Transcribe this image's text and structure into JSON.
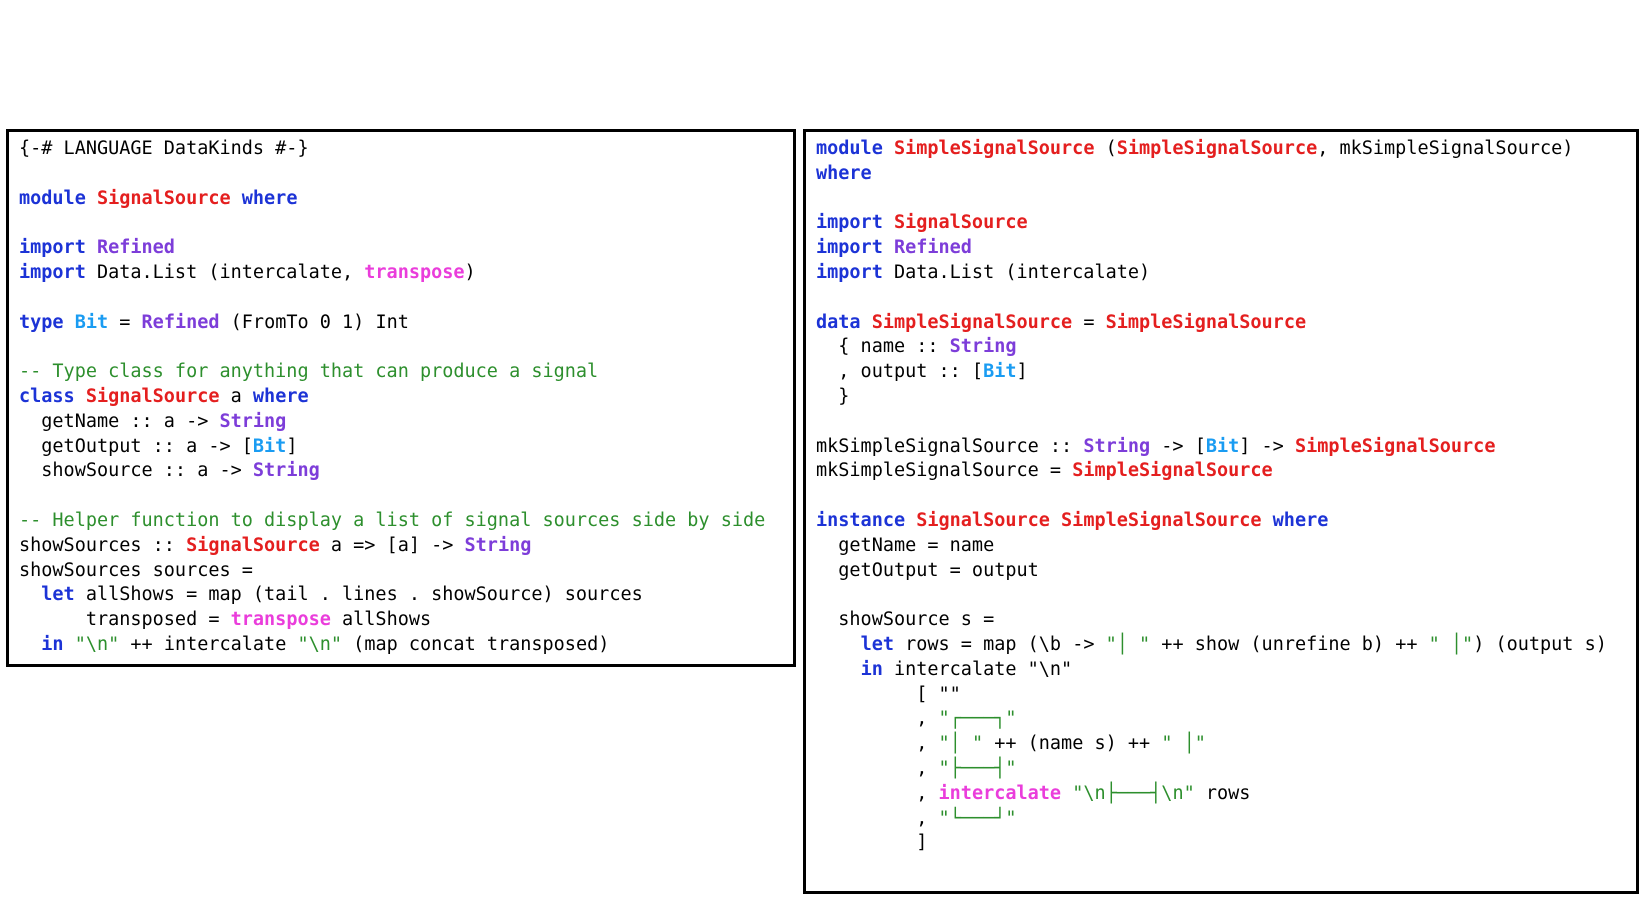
{
  "left_panel": {
    "lines": [
      [
        {
          "t": "{-# LANGUAGE DataKinds #-}",
          "c": ""
        }
      ],
      [],
      [
        {
          "t": "module",
          "c": "kw"
        },
        {
          "t": " ",
          "c": ""
        },
        {
          "t": "SignalSource",
          "c": "mod"
        },
        {
          "t": " ",
          "c": ""
        },
        {
          "t": "where",
          "c": "kw"
        }
      ],
      [],
      [
        {
          "t": "import",
          "c": "kw"
        },
        {
          "t": " ",
          "c": ""
        },
        {
          "t": "Refined",
          "c": "rf"
        }
      ],
      [
        {
          "t": "import",
          "c": "kw"
        },
        {
          "t": " Data.List (intercalate, ",
          "c": ""
        },
        {
          "t": "transpose",
          "c": "fn"
        },
        {
          "t": ")",
          "c": ""
        }
      ],
      [],
      [
        {
          "t": "type",
          "c": "kw"
        },
        {
          "t": " ",
          "c": ""
        },
        {
          "t": "Bit",
          "c": "bit"
        },
        {
          "t": " = ",
          "c": ""
        },
        {
          "t": "Refined",
          "c": "rf"
        },
        {
          "t": " (FromTo 0 1) Int",
          "c": ""
        }
      ],
      [],
      [
        {
          "t": "-- Type class for anything that can produce a signal",
          "c": "cm"
        }
      ],
      [
        {
          "t": "class",
          "c": "kw"
        },
        {
          "t": " ",
          "c": ""
        },
        {
          "t": "SignalSource",
          "c": "mod"
        },
        {
          "t": " a ",
          "c": ""
        },
        {
          "t": "where",
          "c": "kw"
        }
      ],
      [
        {
          "t": "  getName :: a -> ",
          "c": ""
        },
        {
          "t": "String",
          "c": "rf"
        }
      ],
      [
        {
          "t": "  getOutput :: a -> [",
          "c": ""
        },
        {
          "t": "Bit",
          "c": "bit"
        },
        {
          "t": "]",
          "c": ""
        }
      ],
      [
        {
          "t": "  showSource :: a -> ",
          "c": ""
        },
        {
          "t": "String",
          "c": "rf"
        }
      ],
      [],
      [
        {
          "t": "-- Helper function to display a list of signal sources side by side",
          "c": "cm"
        }
      ],
      [
        {
          "t": "showSources :: ",
          "c": ""
        },
        {
          "t": "SignalSource",
          "c": "mod"
        },
        {
          "t": " a => [a] -> ",
          "c": ""
        },
        {
          "t": "String",
          "c": "rf"
        }
      ],
      [
        {
          "t": "showSources sources =",
          "c": ""
        }
      ],
      [
        {
          "t": "  ",
          "c": ""
        },
        {
          "t": "let",
          "c": "kw"
        },
        {
          "t": " allShows = map (tail . lines . showSource) sources",
          "c": ""
        }
      ],
      [
        {
          "t": "      transposed = ",
          "c": ""
        },
        {
          "t": "transpose",
          "c": "fn"
        },
        {
          "t": " allShows",
          "c": ""
        }
      ],
      [
        {
          "t": "  ",
          "c": ""
        },
        {
          "t": "in",
          "c": "kw"
        },
        {
          "t": " ",
          "c": ""
        },
        {
          "t": "\"\\n\"",
          "c": "str"
        },
        {
          "t": " ++ intercalate ",
          "c": ""
        },
        {
          "t": "\"\\n\"",
          "c": "str"
        },
        {
          "t": " (map concat transposed)",
          "c": ""
        }
      ]
    ]
  },
  "right_panel": {
    "lines": [
      [
        {
          "t": "module",
          "c": "kw"
        },
        {
          "t": " ",
          "c": ""
        },
        {
          "t": "SimpleSignalSource",
          "c": "mod"
        },
        {
          "t": " (",
          "c": ""
        },
        {
          "t": "SimpleSignalSource",
          "c": "mod"
        },
        {
          "t": ", mkSimpleSignalSource)",
          "c": ""
        }
      ],
      [
        {
          "t": "where",
          "c": "kw"
        }
      ],
      [],
      [
        {
          "t": "import",
          "c": "kw"
        },
        {
          "t": " ",
          "c": ""
        },
        {
          "t": "SignalSource",
          "c": "mod"
        }
      ],
      [
        {
          "t": "import",
          "c": "kw"
        },
        {
          "t": " ",
          "c": ""
        },
        {
          "t": "Refined",
          "c": "rf"
        }
      ],
      [
        {
          "t": "import",
          "c": "kw"
        },
        {
          "t": " Data.List (intercalate)",
          "c": ""
        }
      ],
      [],
      [
        {
          "t": "data",
          "c": "kw"
        },
        {
          "t": " ",
          "c": ""
        },
        {
          "t": "SimpleSignalSource",
          "c": "mod"
        },
        {
          "t": " = ",
          "c": ""
        },
        {
          "t": "SimpleSignalSource",
          "c": "mod"
        }
      ],
      [
        {
          "t": "  { name :: ",
          "c": ""
        },
        {
          "t": "String",
          "c": "rf"
        }
      ],
      [
        {
          "t": "  , output :: [",
          "c": ""
        },
        {
          "t": "Bit",
          "c": "bit"
        },
        {
          "t": "]",
          "c": ""
        }
      ],
      [
        {
          "t": "  }",
          "c": ""
        }
      ],
      [],
      [
        {
          "t": "mkSimpleSignalSource :: ",
          "c": ""
        },
        {
          "t": "String",
          "c": "rf"
        },
        {
          "t": " -> [",
          "c": ""
        },
        {
          "t": "Bit",
          "c": "bit"
        },
        {
          "t": "] -> ",
          "c": ""
        },
        {
          "t": "SimpleSignalSource",
          "c": "mod"
        }
      ],
      [
        {
          "t": "mkSimpleSignalSource = ",
          "c": ""
        },
        {
          "t": "SimpleSignalSource",
          "c": "mod"
        }
      ],
      [],
      [
        {
          "t": "instance",
          "c": "kw"
        },
        {
          "t": " ",
          "c": ""
        },
        {
          "t": "SignalSource",
          "c": "mod"
        },
        {
          "t": " ",
          "c": ""
        },
        {
          "t": "SimpleSignalSource",
          "c": "mod"
        },
        {
          "t": " ",
          "c": ""
        },
        {
          "t": "where",
          "c": "kw"
        }
      ],
      [
        {
          "t": "  getName = name",
          "c": ""
        }
      ],
      [
        {
          "t": "  getOutput = output",
          "c": ""
        }
      ],
      [],
      [
        {
          "t": "  showSource s =",
          "c": ""
        }
      ],
      [
        {
          "t": "    ",
          "c": ""
        },
        {
          "t": "let",
          "c": "kw"
        },
        {
          "t": " rows = map (\\b -> ",
          "c": ""
        },
        {
          "t": "\"│ \"",
          "c": "str"
        },
        {
          "t": " ++ show (unrefine b) ++ ",
          "c": ""
        },
        {
          "t": "\" │\"",
          "c": "str"
        },
        {
          "t": ") (output s)",
          "c": ""
        }
      ],
      [
        {
          "t": "    ",
          "c": ""
        },
        {
          "t": "in",
          "c": "kw"
        },
        {
          "t": " intercalate \"\\n\"",
          "c": ""
        }
      ],
      [
        {
          "t": "         [ \"\"",
          "c": ""
        }
      ],
      [
        {
          "t": "         , ",
          "c": ""
        },
        {
          "t": "\"┌───┐\"",
          "c": "str"
        }
      ],
      [
        {
          "t": "         , ",
          "c": ""
        },
        {
          "t": "\"│ \"",
          "c": "str"
        },
        {
          "t": " ++ (name s) ++ ",
          "c": ""
        },
        {
          "t": "\" │\"",
          "c": "str"
        }
      ],
      [
        {
          "t": "         , ",
          "c": ""
        },
        {
          "t": "\"├───┤\"",
          "c": "str"
        }
      ],
      [
        {
          "t": "         , ",
          "c": ""
        },
        {
          "t": "intercalate",
          "c": "fn"
        },
        {
          "t": " ",
          "c": ""
        },
        {
          "t": "\"\\n├───┤\\n\"",
          "c": "str"
        },
        {
          "t": " rows",
          "c": ""
        }
      ],
      [
        {
          "t": "         , ",
          "c": ""
        },
        {
          "t": "\"└───┘\"",
          "c": "str"
        }
      ],
      [
        {
          "t": "         ]",
          "c": ""
        }
      ]
    ]
  }
}
